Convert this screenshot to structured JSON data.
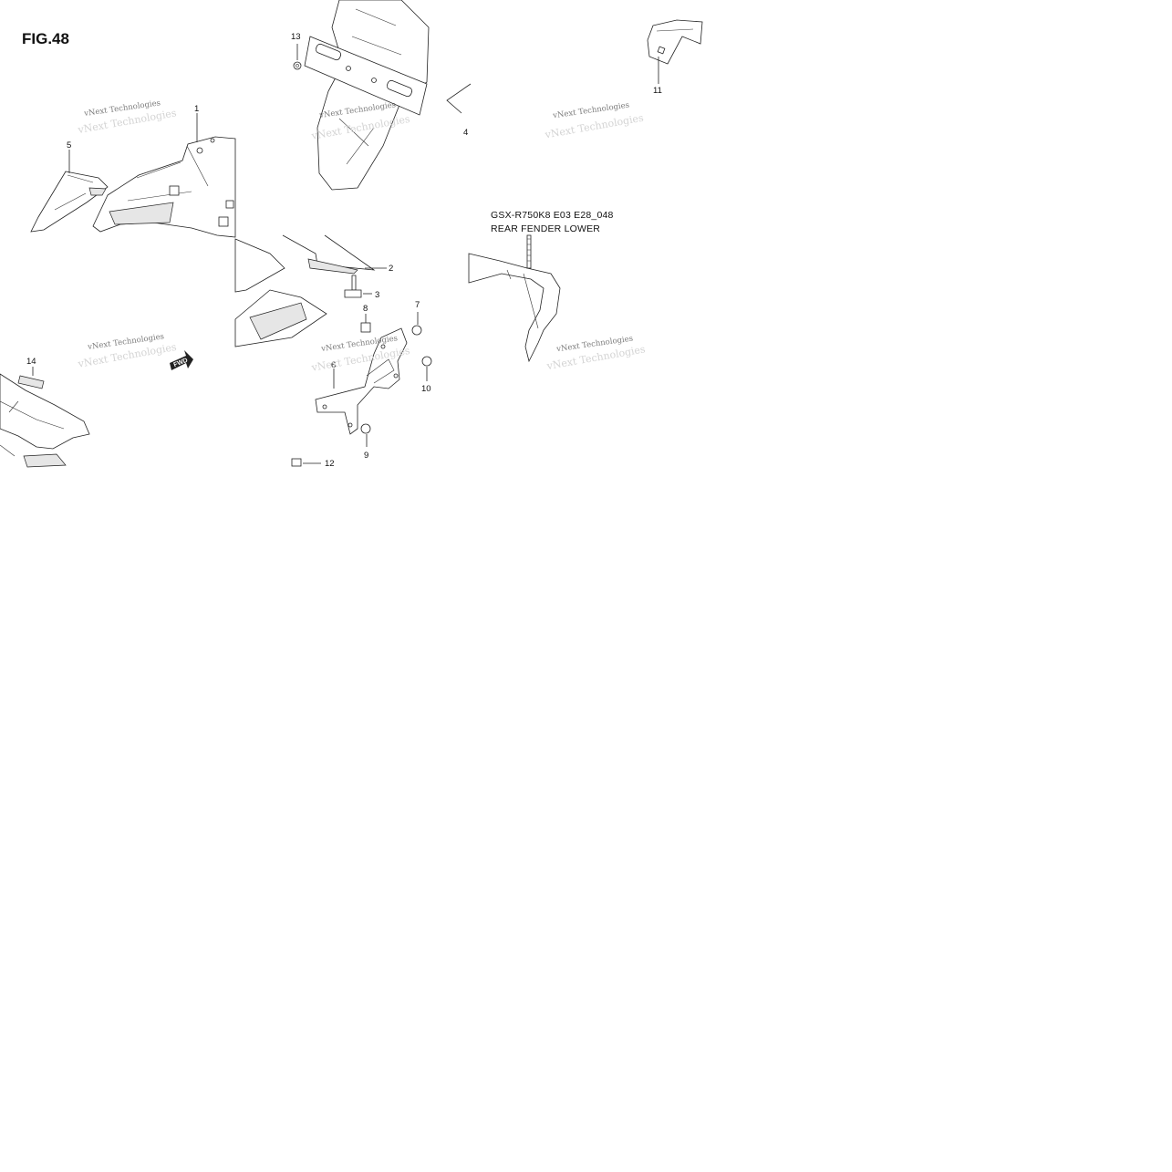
{
  "figure": {
    "title": "FIG.48",
    "model_code": "GSX-R750K8 E03 E28_048",
    "section_name": "REAR FENDER LOWER"
  },
  "watermark": {
    "text": "vNext Technologies"
  },
  "fwd_marker": {
    "text": "FWD"
  },
  "part_numbers": {
    "p1": "1",
    "p2": "2",
    "p3": "3",
    "p4": "4",
    "p5": "5",
    "p6": "6",
    "p7": "7",
    "p8": "8",
    "p9": "9",
    "p10": "10",
    "p11": "11",
    "p12": "12",
    "p13": "13",
    "p14": "14"
  }
}
